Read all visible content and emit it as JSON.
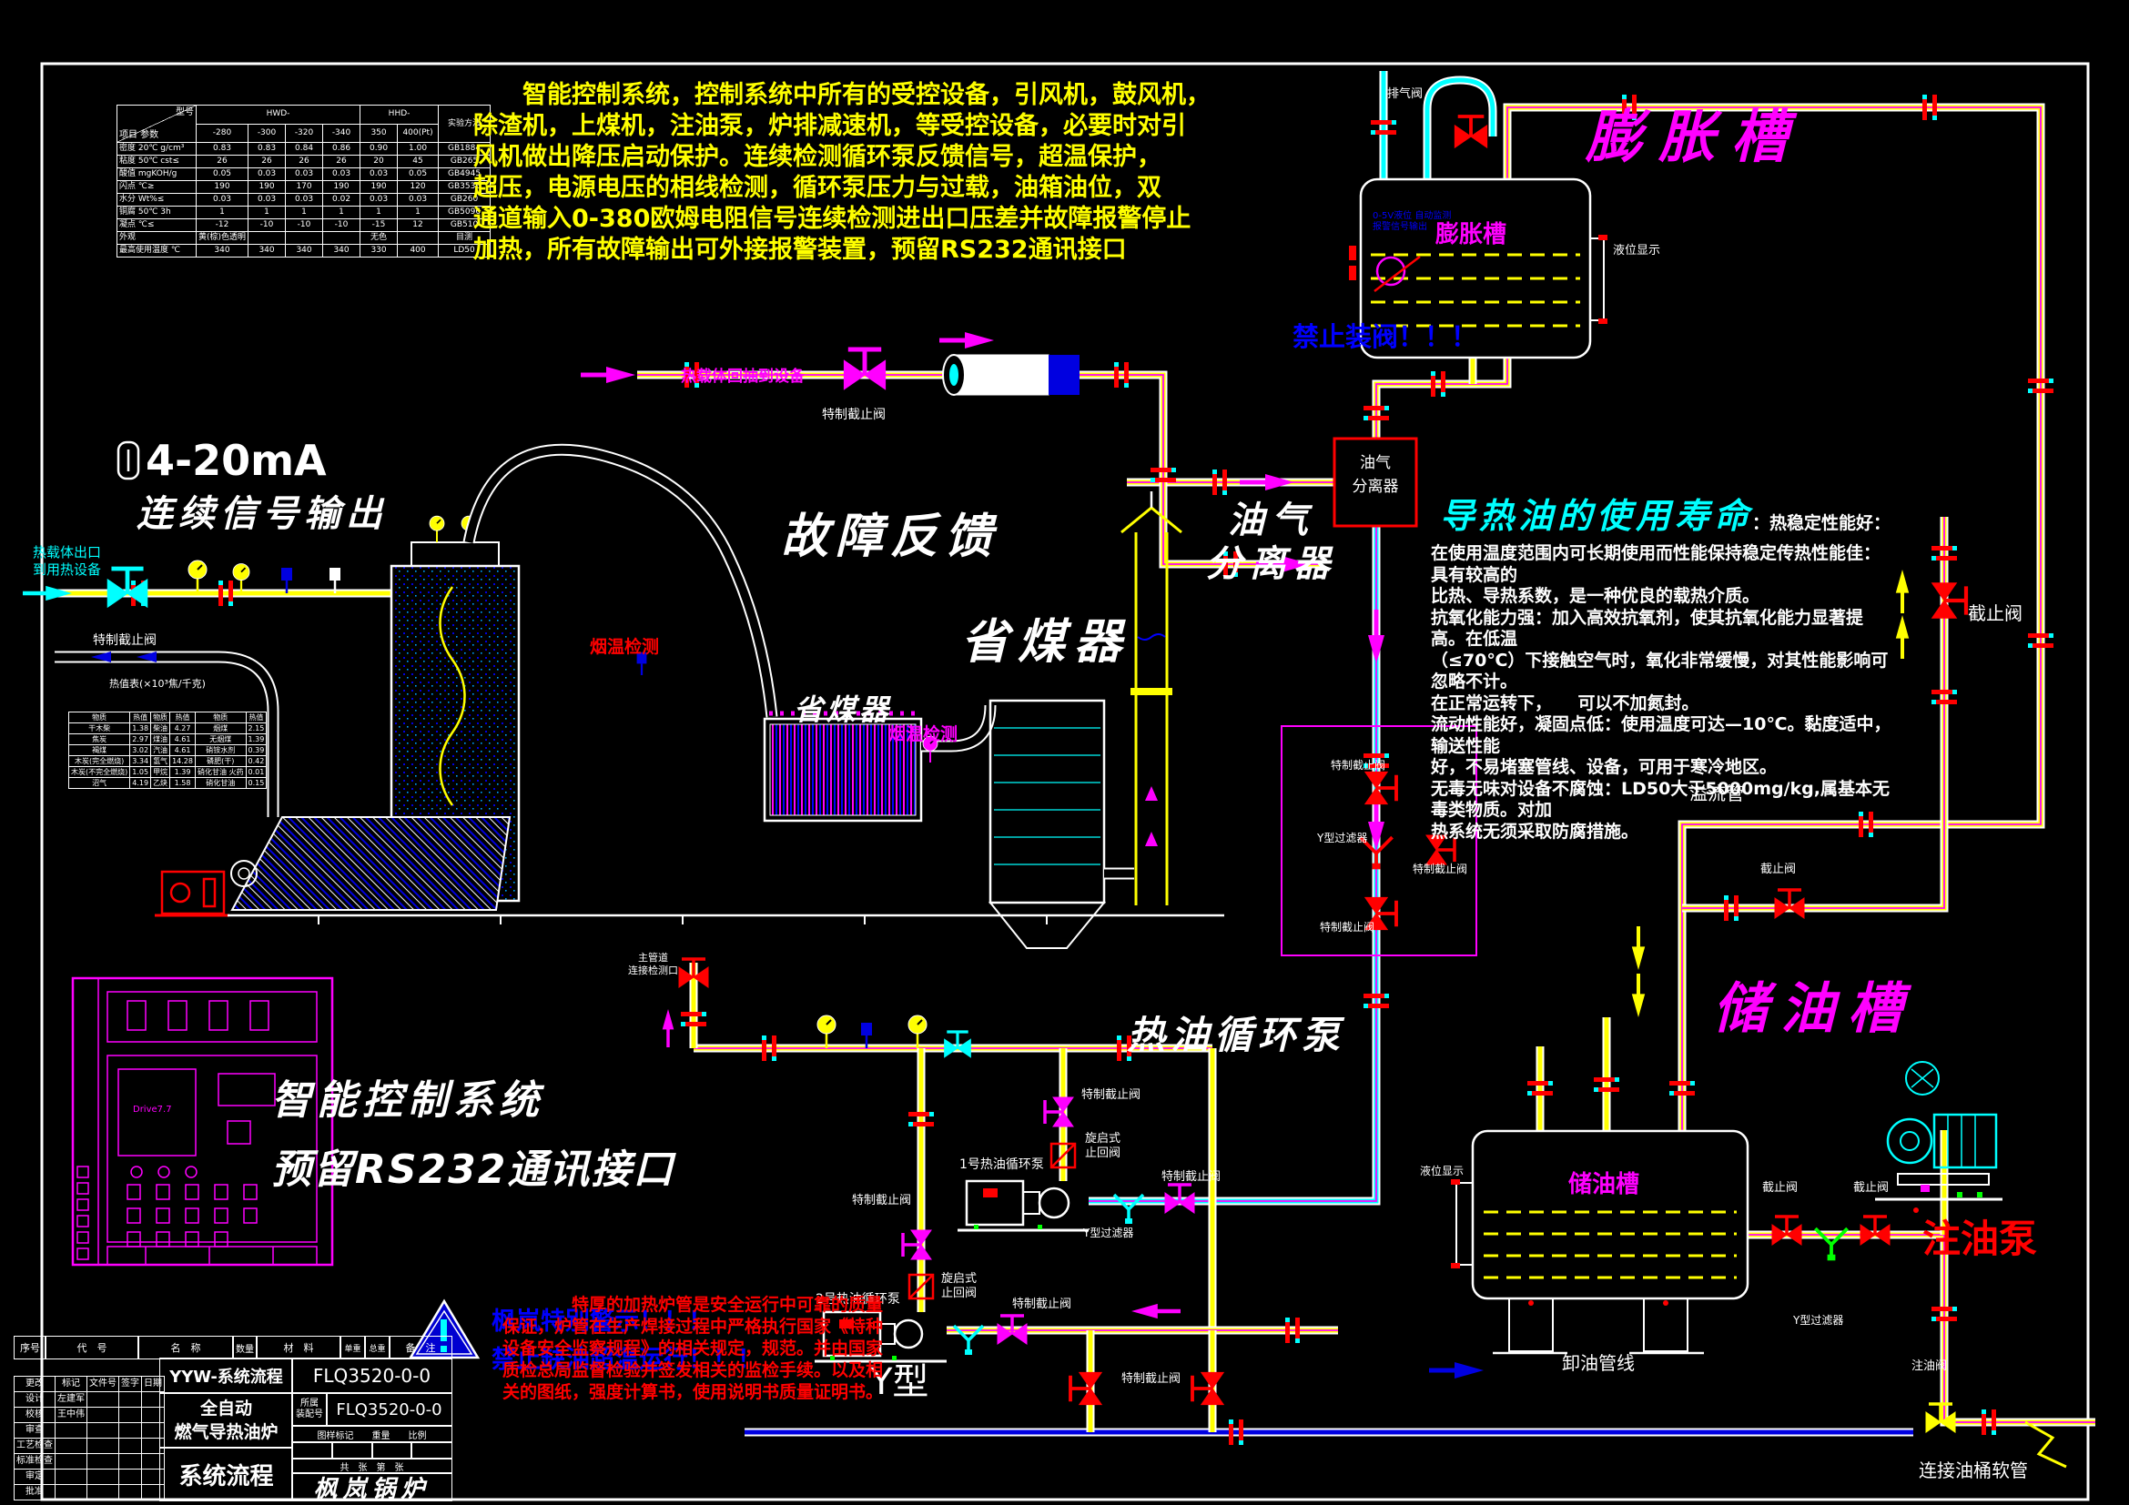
{
  "colors": {
    "bg": "#000000",
    "line": "#ffffff",
    "oil": "#ffff00",
    "accent": "#ff00ff",
    "cyan": "#00ffff",
    "alert": "#ff0000",
    "blue": "#0000ff",
    "green": "#00ff00"
  },
  "spec_table": {
    "corner_top": "型号",
    "corner_bottom": "项目 参数",
    "group1": "HWD-",
    "group2": "HHD-",
    "method": "实验方法",
    "models": [
      "-280",
      "-300",
      "-320",
      "-340",
      "350",
      "400(Pt)"
    ],
    "rows": [
      [
        "密度 20℃ g/cm³",
        "0.83",
        "0.83",
        "0.84",
        "0.86",
        "0.90",
        "1.00",
        "GB1884"
      ],
      [
        "粘度 50℃ cst≤",
        "26",
        "26",
        "26",
        "26",
        "20",
        "45",
        "GB265"
      ],
      [
        "酸值 mgKOH/g",
        "0.05",
        "0.03",
        "0.03",
        "0.03",
        "0.03",
        "0.05",
        "GB4945"
      ],
      [
        "闪点 ℃≥",
        "190",
        "190",
        "170",
        "190",
        "190",
        "120",
        "GB3536"
      ],
      [
        "水分 Wt%≤",
        "0.03",
        "0.03",
        "0.03",
        "0.02",
        "0.03",
        "0.03",
        "GB260"
      ],
      [
        "铜腐 50℃ 3h",
        "1",
        "1",
        "1",
        "1",
        "1",
        "1",
        "GB5096"
      ],
      [
        "凝点 ℃≤",
        "-12",
        "-10",
        "-10",
        "-10",
        "-15",
        "12",
        "GB510"
      ],
      [
        "外观",
        "黄(棕)色透明",
        "",
        "",
        "",
        "无色",
        "",
        "目测"
      ],
      [
        "最高使用温度 ℃",
        "340",
        "340",
        "340",
        "340",
        "330",
        "400",
        "LD50"
      ]
    ]
  },
  "control_note": {
    "text": "　　智能控制系统，控制系统中所有的受控设备，引风机，鼓风机，\n除渣机，上煤机，注油泵，炉排减速机，等受控设备，必要时对引\n风机做出降压启动保护。连续检测循环泵反馈信号，超温保护，\n超压，电源电压的相线检测，循环泵压力与过载，油箱油位，双\n通道输入0-380欧姆电阻信号连续检测进出口压差并故障报警停止\n加热，所有故障输出可外接报警装置，预留RS232通讯接口"
  },
  "signal_output": {
    "range": "4-20mA",
    "label": "连续信号输出",
    "outlet_note": "热载体出口\n到用热设备",
    "valve": "特制截止阀"
  },
  "heat_table": {
    "title": "热值表(×10³焦/千克)",
    "head": [
      [
        "物质",
        "热值",
        "物质",
        "热值",
        "物质",
        "热值"
      ]
    ],
    "rows": [
      [
        "干木柴",
        "1.38",
        "柴油",
        "4.27",
        "烟煤",
        "2.15"
      ],
      [
        "焦炭",
        "2.97",
        "煤油",
        "4.61",
        "无烟煤",
        "1.39"
      ],
      [
        "褐煤",
        "3.02",
        "汽油",
        "4.61",
        "硝铵水剂",
        "0.39"
      ],
      [
        "木炭(完全燃烧)",
        "3.34",
        "氢气",
        "14.28",
        "磷肥(干)",
        "0.42"
      ],
      [
        "木炭(不完全燃烧)",
        "1.05",
        "甲烷",
        "1.39",
        "硝化甘油 火药",
        "0.01"
      ],
      [
        "沼气",
        "4.19",
        "乙炔",
        "1.58",
        "硝化甘油",
        "0.15"
      ]
    ]
  },
  "boiler": {
    "fault_feedback": "故障反馈",
    "economizer_big": "省煤器",
    "economizer_small": "省煤器",
    "flue_temp_1": "烟温检测",
    "flue_temp_2": "烟温检测",
    "return_note": "热载体回抽到设备",
    "special_valve": "特制截止阀",
    "main_pipe_note": "主管道\n连接检测口"
  },
  "expansion": {
    "title": "膨胀槽",
    "tank_label": "膨胀槽",
    "vent_valve": "排气阀",
    "level": "液位显示",
    "sensor_note": "0-5V液位 自动监测\n报警信号输出",
    "no_valve": "禁止装阀！！！"
  },
  "separator": {
    "box_label": "油气\n分离器",
    "big_label": "油气\n分离器"
  },
  "oil_life": {
    "title": "导热油的使用寿命",
    "subtitle": "：热稳定性能好：",
    "body": "在使用温度范围内可长期使用而性能保持稳定传热性能佳：具有较高的\n比热、导热系数，是一种优良的载热介质。\n抗氧化能力强：加入高效抗氧剂，使其抗氧化能力显著提高。在低温\n（≤70℃）下接触空气时，氧化非常缓慢，对其性能影响可忽略不计。\n在正常运转下，　　可以不加氮封。\n流动性能好，凝固点低：使用温度可达—10℃。黏度适中，输送性能\n好，不易堵塞管线、设备，可用于寒冷地区。\n无毒无味对设备不腐蚀：LD50大于5000mg/kg,属基本无毒类物质。对加\n热系统无须采取防腐措施。"
  },
  "right_pipes": {
    "stop_valve": "截止阀",
    "overflow": "溢流管",
    "stop_valve2": "截止阀"
  },
  "valve_box": {
    "l1": "特制截止阀",
    "l2": "Y型过滤器",
    "l3": "特制截止阀",
    "l4": "特制截止阀"
  },
  "pumps": {
    "title": "热油循环泵",
    "pump1": "1号热油循环泵",
    "pump2": "2号热油循环泵",
    "sv": "特制截止阀",
    "check": "旋启式\n止回阀",
    "yfilter": "Y型过滤器",
    "ytype": "Y型"
  },
  "storage": {
    "title": "储油槽",
    "tank_label": "储油槽",
    "level": "液位显示",
    "sv1": "截止阀",
    "sv2": "截止阀",
    "yfilter": "Y型过滤器",
    "inject_pump": "注油泵",
    "inject_valve": "注油阀",
    "hose": "连接油桶软管",
    "drain": "卸油管线"
  },
  "control_cabinet": {
    "line1": "智能控制系统",
    "line2": "预留RS232通讯接口",
    "screen": "Drive7.7"
  },
  "warning": {
    "line1": "枫岚特别警示！！！",
    "line2": "禁止缺油超温运行！！！"
  },
  "safety_note": {
    "text": "　　　　特厚的加热炉管是安全运行中可靠的质量\n保证，炉管在生产焊接过程中严格执行国家《特种\n设备安全监察规程》的相关规定，规范。并由国家\n质检总局监督检验并签发相关的监检手续。以及相\n关的图纸，强度计算书，使用说明书质量证明书。"
  },
  "title_block": {
    "cols": [
      "序号",
      "代　号",
      "名　称",
      "数量",
      "材　料",
      "单重",
      "总重",
      "备　注"
    ],
    "sign_rows": [
      [
        "更改",
        "标记",
        "文件号",
        "签字",
        "日期"
      ],
      [
        "设计",
        "左建军",
        "",
        "",
        ""
      ],
      [
        "校核",
        "王中伟",
        "",
        "",
        ""
      ],
      [
        "审查",
        "",
        "",
        "",
        ""
      ],
      [
        "工艺检查",
        "",
        "",
        "",
        ""
      ],
      [
        "标准检查",
        "",
        "",
        "",
        ""
      ],
      [
        "审定",
        "",
        "",
        "",
        ""
      ],
      [
        "批准",
        "",
        "",
        "",
        ""
      ]
    ],
    "doc_title": "YYW-系统流程",
    "product": "全自动\n燃气导热油炉",
    "sheet_name": "系统流程",
    "code1": "FLQ3520-0-0",
    "assembly_label": "所属\n装配号",
    "code2": "FLQ3520-0-0",
    "mark_row": "图样标记　　重量　　比例",
    "pages": "共　张　第　张",
    "company": "枫岚锅炉"
  }
}
